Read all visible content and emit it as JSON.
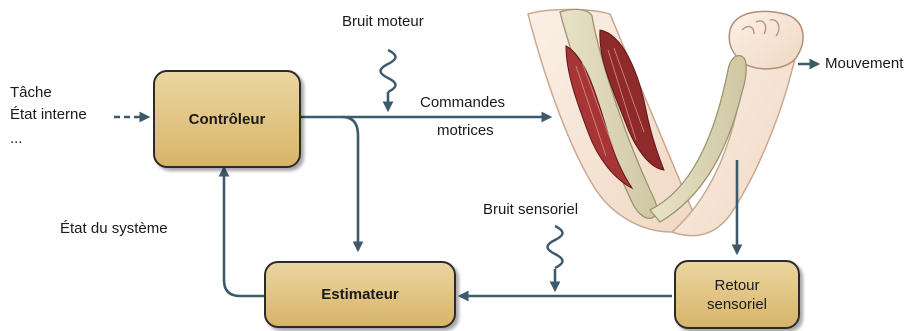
{
  "inputs": {
    "task": "Tâche",
    "internal_state": "État interne",
    "ellipsis": "..."
  },
  "blocks": {
    "controller": "Contrôleur",
    "estimator": "Estimateur",
    "sensory_feedback_line1": "Retour",
    "sensory_feedback_line2": "sensoriel"
  },
  "labels": {
    "motor_noise": "Bruit moteur",
    "motor_commands_line1": "Commandes",
    "motor_commands_line2": "motrices",
    "sensory_noise": "Bruit sensoriel",
    "system_state": "État du système",
    "movement": "Mouvement"
  },
  "colors": {
    "arrow": "#3d5a6b",
    "box_fill": "#e0c283",
    "muscle": "#8e2a2a",
    "skin": "#f6e6d6"
  }
}
